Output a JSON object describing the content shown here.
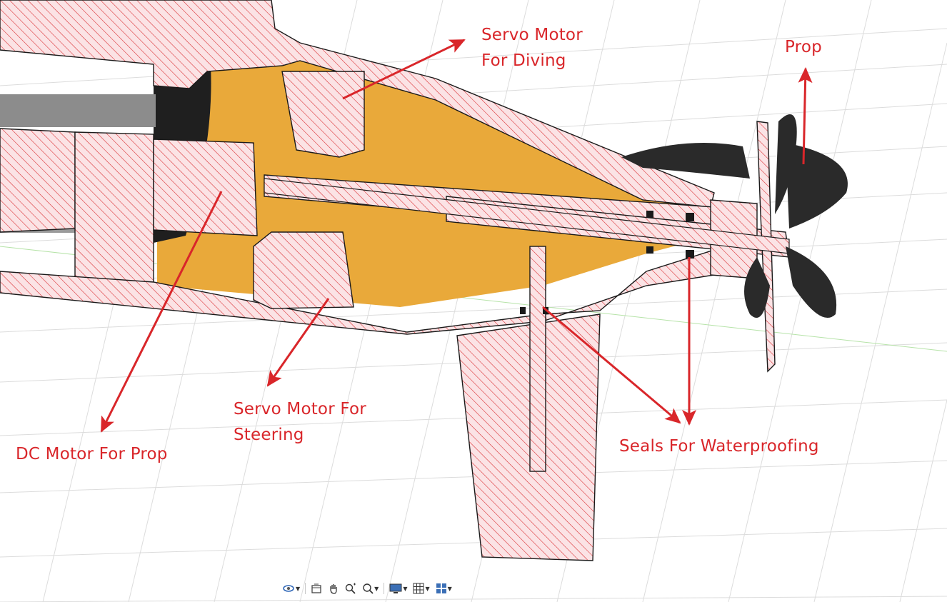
{
  "labels": {
    "servo_diving_line1": "Servo Motor",
    "servo_diving_line2": "For Diving",
    "prop": "Prop",
    "dc_motor": "DC Motor For Prop",
    "servo_steering_line1": "Servo Motor For",
    "servo_steering_line2": "Steering",
    "seals": "Seals For Waterproofing"
  },
  "colors": {
    "annotation": "#d9262a",
    "section_fill": "#fbe3e5",
    "hatch": "#d9262a",
    "hull": "#e9a93a",
    "prop": "#2a2a2a",
    "grid": "#dcdcdc"
  },
  "toolbar": {
    "buttons": [
      {
        "icon": "orbit-icon"
      },
      {
        "icon": "look-at-icon"
      },
      {
        "icon": "pan-hand-icon"
      },
      {
        "icon": "zoom-icon"
      },
      {
        "icon": "fit-zoom-icon"
      },
      {
        "icon": "display-settings-icon"
      },
      {
        "icon": "grid-settings-icon"
      },
      {
        "icon": "viewports-icon"
      }
    ]
  }
}
